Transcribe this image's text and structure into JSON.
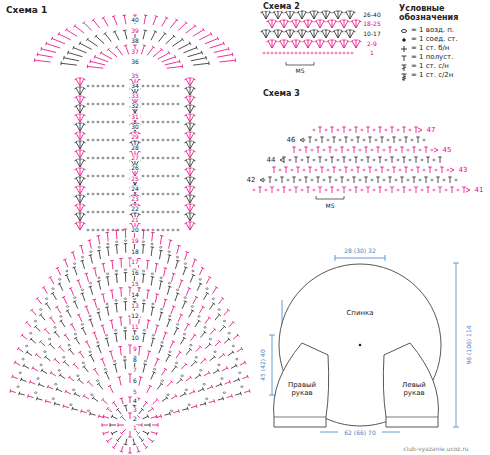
{
  "diagram": {
    "nodes": [
      {
        "text": [
          "Спинка"
        ]
      },
      {
        "text": [
          "Правый рукав"
        ],
        "in": 0
      },
      {
        "text": [
          "Левый рукав"
        ],
        "in": 0
      }
    ],
    "labels": [
      "Схема 1",
      "Схема 2",
      "Схема 3",
      "Условные обозначения",
      "26-40",
      "18-25",
      "10-17",
      "2-9",
      "1",
      "MS",
      "47",
      "46",
      "45",
      "44",
      "43",
      "42",
      "41",
      "MS",
      "28 (30) 32",
      "96 (106) 114",
      "45 (42) 40",
      "18",
      "62 (66) 70",
      "club-vyazanie.ucoz.ru",
      "1",
      "2",
      "3",
      "4",
      "5",
      "6",
      "7",
      "8",
      "9",
      "10",
      "11",
      "12",
      "13",
      "14",
      "15",
      "16",
      "17",
      "18",
      "19",
      "20",
      "21",
      "22",
      "23",
      "24",
      "25",
      "26",
      "27",
      "28",
      "29",
      "30",
      "31",
      "32",
      "33",
      "34",
      "35",
      "36",
      "37",
      "38",
      "39",
      "40"
    ],
    "legend": [
      {
        "text": "= 1 возд. п."
      },
      {
        "text": "= 1 соед. ст."
      },
      {
        "text": "= 1 ст. б/н"
      },
      {
        "text": "= 1 полуст."
      },
      {
        "text": "= 1 ст. с/н"
      },
      {
        "text": "= 1 ст. с/2н"
      }
    ]
  }
}
